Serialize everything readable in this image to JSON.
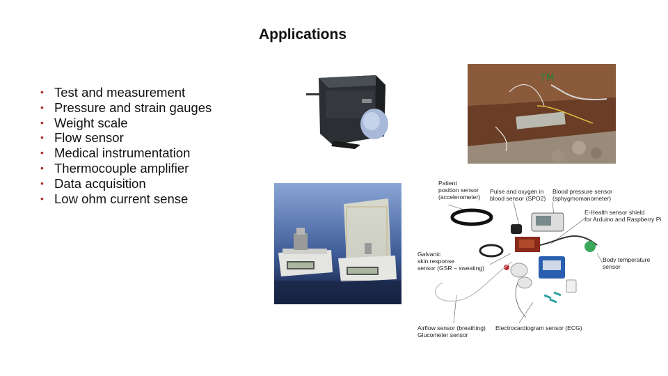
{
  "slide": {
    "title": "Applications",
    "bullets": [
      "Test and measurement",
      "Pressure and strain gauges",
      "Weight scale",
      "Flow sensor",
      "Medical instrumentation",
      "Thermocouple amplifier",
      "Data acquisition",
      "Low ohm current sense"
    ]
  },
  "diagram": {
    "labels": {
      "patient_l1": "Patient",
      "patient_l2": "position sensor",
      "patient_l3": "(accelerometer)",
      "pulse_l1": "Pulse and oxygen in",
      "pulse_l2": "blood sensor (SPO2)",
      "bp_l1": "Blood pressure sensor",
      "bp_l2": "(sphygmomanometer)",
      "shield_l1": "E-Health sensor shield",
      "shield_l2": "for Arduino and Raspberry Pi",
      "gsr_l1": "Galvanic",
      "gsr_l2": "skin response",
      "gsr_l3": "sensor (GSR – sweating)",
      "temp_l1": "Body temperature",
      "temp_l2": "sensor",
      "airflow_l1": "Airflow sensor (breathing)",
      "airflow_l2": "Glucometer sensor",
      "ecg": "Electrocardiogram sensor (ECG)"
    }
  },
  "colors": {
    "bullet": "#b03030",
    "text": "#111111"
  }
}
